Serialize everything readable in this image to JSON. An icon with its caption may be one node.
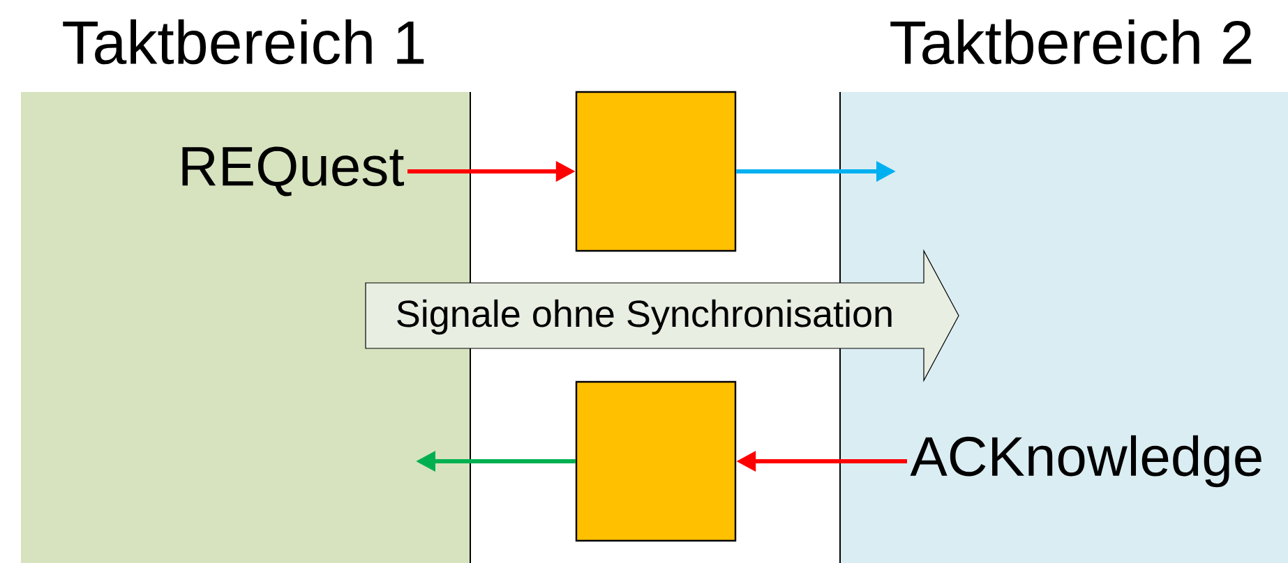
{
  "diagram": {
    "nodes": [
      {
        "text": [
          "Taktbereich 1"
        ]
      },
      {
        "text": [
          "Taktbereich 2"
        ]
      },
      {
        "text": [
          "REQuest"
        ],
        "in": 0
      },
      {
        "text": [],
        "shape": "box"
      },
      {
        "text": [],
        "shape": "box"
      },
      {
        "text": [
          "ACKnowledge"
        ],
        "in": 1
      },
      {
        "text": [
          "Signale ohne Synchronisation"
        ]
      }
    ],
    "edges": [
      {
        "from": 2,
        "to": 3,
        "arrow": "to",
        "color": "#ff0000"
      },
      {
        "from": 3,
        "to": null,
        "arrow": "to",
        "color": "#00b0f0"
      },
      {
        "from": 5,
        "to": 4,
        "arrow": "to",
        "color": "#ff0000"
      },
      {
        "from": 4,
        "to": null,
        "arrow": "to",
        "color": "#00b050"
      }
    ]
  }
}
